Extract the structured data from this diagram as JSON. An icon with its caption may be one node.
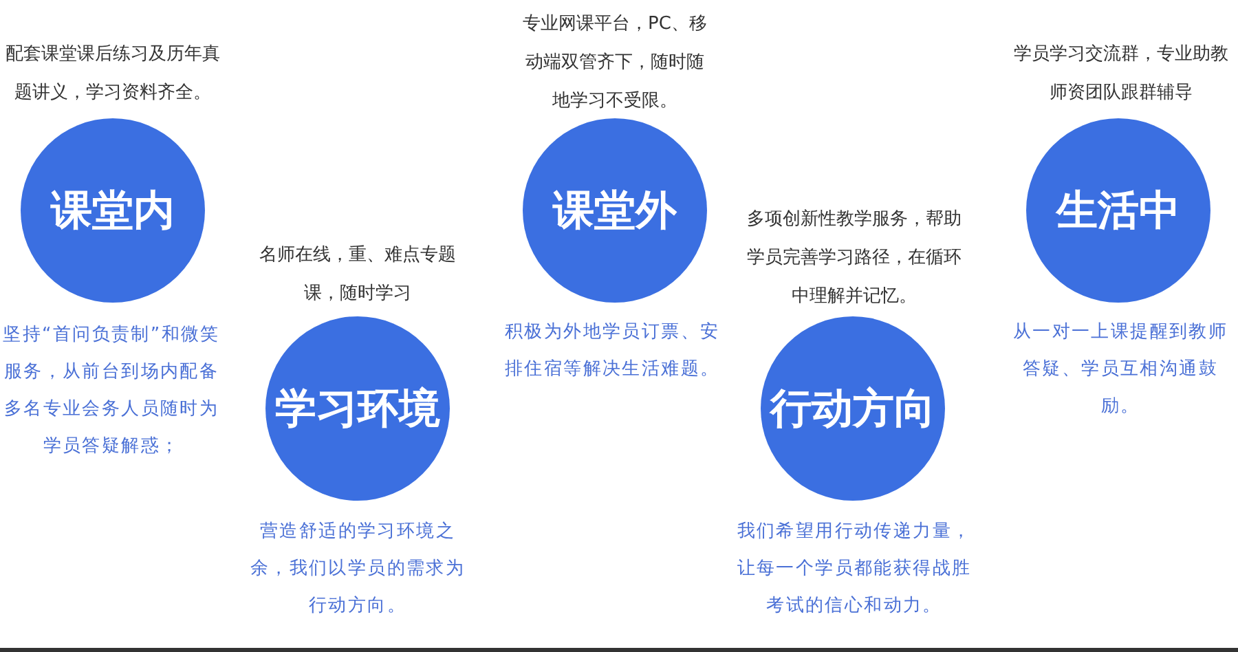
{
  "diagram": {
    "nodes": [
      {
        "text": [
          "课堂内"
        ],
        "beside": [
          "配套课堂课后练习及历年真题讲义，学习资料齐全。",
          "坚持“首问负责制”和微笑服务，从前台到场内配备多名专业会务人员随时为学员答疑解惑；"
        ]
      },
      {
        "text": [
          "学习环境"
        ],
        "beside": [
          "名师在线，重、难点专题课，随时学习",
          "营造舒适的学习环境之余，我们以学员的需求为行动方向。"
        ]
      },
      {
        "text": [
          "课堂外"
        ],
        "beside": [
          "专业网课平台，PC、移动端双管齐下，随时随地学习不受限。",
          "积极为外地学员订票、安排住宿等解决生活难题。"
        ]
      },
      {
        "text": [
          "行动方向"
        ],
        "beside": [
          "多项创新性教学服务，帮助学员完善学习路径，在循环中理解并记忆。",
          "我们希望用行动传递力量，让每一个学员都能获得战胜考试的信心和动力。"
        ]
      },
      {
        "text": [
          "生活中"
        ],
        "beside": [
          "学员学习交流群，专业助教师资团队跟群辅导",
          "从一对一上课提醒到教师答疑、学员互相沟通鼓励。"
        ]
      }
    ]
  }
}
